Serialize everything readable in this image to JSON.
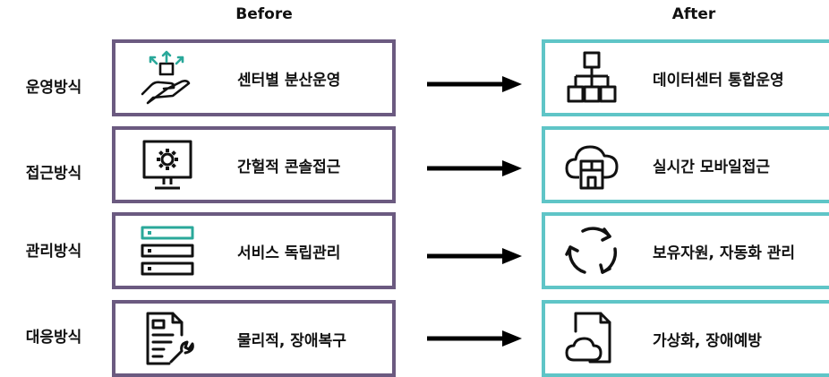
{
  "headers": {
    "before": "Before",
    "after": "After"
  },
  "rows": [
    {
      "label": "운영방식",
      "before": {
        "text": "센터별 분산운영",
        "icon": "hand-distribute-icon"
      },
      "after": {
        "text": "데이터센터 통합운영",
        "icon": "hierarchy-icon"
      }
    },
    {
      "label": "접근방식",
      "before": {
        "text": "간헐적 콘솔접근",
        "icon": "monitor-gear-icon"
      },
      "after": {
        "text": "실시간 모바일접근",
        "icon": "cloud-building-icon"
      }
    },
    {
      "label": "관리방식",
      "before": {
        "text": "서비스 독립관리",
        "icon": "server-stack-icon"
      },
      "after": {
        "text": "보유자원, 자동화 관리",
        "icon": "refresh-cycle-icon"
      }
    },
    {
      "label": "대응방식",
      "before": {
        "text": "물리적, 장애복구",
        "icon": "document-wrench-icon"
      },
      "after": {
        "text": "가상화, 장애예방",
        "icon": "document-cloud-icon"
      }
    }
  ],
  "colors": {
    "before_border": "#6b5a80",
    "after_border": "#5fc5c7",
    "accent_teal": "#2aa89a",
    "arrow": "#000000"
  }
}
